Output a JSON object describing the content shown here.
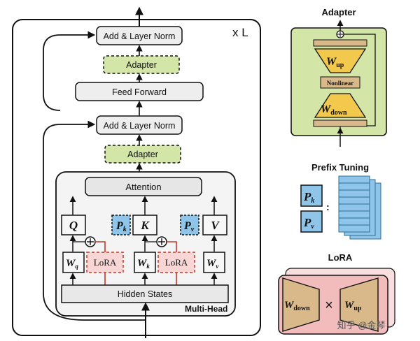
{
  "transformer": {
    "repeat_label": "x L",
    "add_norm_top": "Add & Layer Norm",
    "adapter_top": "Adapter",
    "feed_forward": "Feed Forward",
    "add_norm_bottom": "Add & Layer Norm",
    "adapter_bottom": "Adapter",
    "attention": "Attention",
    "q": "Q",
    "k": "K",
    "v": "V",
    "pk": {
      "base": "P",
      "sub": "k"
    },
    "pv": {
      "base": "P",
      "sub": "v"
    },
    "wq": {
      "base": "W",
      "sub": "q"
    },
    "wk": {
      "base": "W",
      "sub": "k"
    },
    "wv": {
      "base": "W",
      "sub": "v"
    },
    "lora_left": "LoRA",
    "lora_right": "LoRA",
    "hidden_states": "Hidden States",
    "multi_head": "Multi-Head"
  },
  "adapter_panel": {
    "title": "Adapter",
    "w_up": {
      "base": "W",
      "sub": "up"
    },
    "nonlinear": "Nonlinear",
    "w_down": {
      "base": "W",
      "sub": "down"
    }
  },
  "prefix_panel": {
    "title": "Prefix Tuning",
    "pk": {
      "base": "P",
      "sub": "k"
    },
    "pv": {
      "base": "P",
      "sub": "v"
    },
    "colon": ":"
  },
  "lora_panel": {
    "title": "LoRA",
    "w_down": {
      "base": "W",
      "sub": "down"
    },
    "times": "×",
    "w_up": {
      "base": "W",
      "sub": "up"
    }
  },
  "watermark": "知乎 @金琴",
  "colors": {
    "adapter_green": "#d4e6a7",
    "adapter_border": "#8ba650",
    "prefix_blue": "#8ec5e8",
    "lora_pink": "#f8d6d6",
    "lora_pink_dark": "#f2bcbc",
    "trapezoid_yellow": "#f2c94c",
    "trapezoid_brown": "#d9b98a",
    "block_gray": "#eeeeee",
    "red_line": "#c0392b"
  }
}
